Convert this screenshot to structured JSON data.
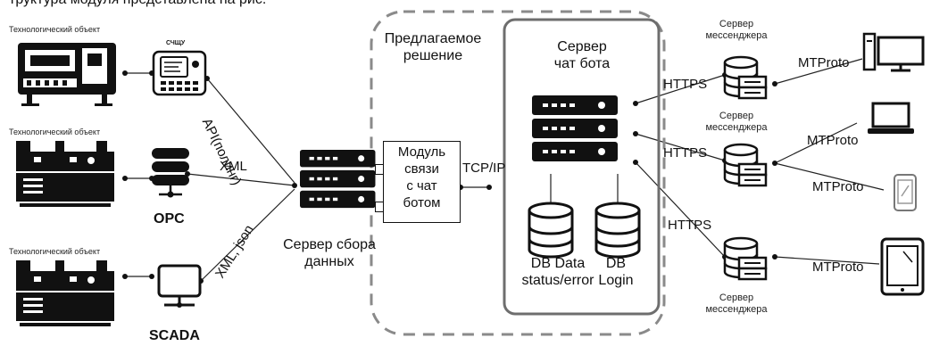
{
  "top_caption": "труктура модуля представлена на рис.",
  "objects": {
    "label_1": "Технологический объект",
    "label_2": "Технологический объект",
    "label_3": "Технологический объект"
  },
  "devices": {
    "scshu": "СЧЩУ",
    "opc": "OPC",
    "scada": "SCADA"
  },
  "links": {
    "api": "API(полинг)",
    "xml": "XML",
    "xml_json": "XML, json",
    "tcpip": "TCP/IP",
    "https_1": "HTTPS",
    "https_2": "HTTPS",
    "https_3": "HTTPS",
    "mtproto_1": "MTProto",
    "mtproto_2": "MTProto",
    "mtproto_3": "MTProto",
    "mtproto_4": "MTProto"
  },
  "collector": {
    "label": "Сервер сбора\nданных"
  },
  "proposed_solution": {
    "label": "Предлагаемое\nрешение"
  },
  "module": {
    "label": "Модуль\nсвязи\nс чат\nботом"
  },
  "chatbot_server": {
    "label": "Сервер\nчат бота"
  },
  "databases": {
    "db1": "DB Data\nstatus/error",
    "db2": "DB\nLogin"
  },
  "messenger_servers": {
    "s1": "Сервер\nмессенджера",
    "s2": "Сервер\nмессенджера",
    "s3": "Сервер\nмессенджера"
  },
  "colors": {
    "ink": "#111111",
    "dashed_border": "#8a8a8a",
    "rounded_border": "#6e6e6e"
  }
}
